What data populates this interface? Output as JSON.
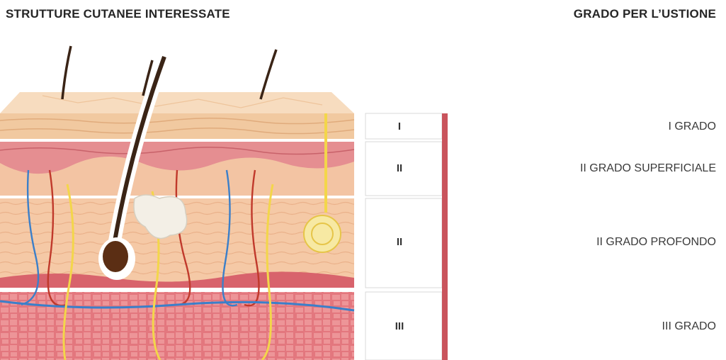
{
  "headers": {
    "left": "STRUTTURE CUTANEE INTERESSATE",
    "right": "GRADO PER L’USTIONE"
  },
  "bands": [
    {
      "label": "I",
      "grade": "I GRADO"
    },
    {
      "label": "II",
      "grade": "II GRADO SUPERFICIALE"
    },
    {
      "label": "II",
      "grade": "II GRADO PROFONDO"
    },
    {
      "label": "III",
      "grade": "III GRADO"
    }
  ],
  "colors": {
    "epidermis_top": "#f6dcc0",
    "epidermis": "#f1c9a0",
    "papillary_dermis": "#e48a8e",
    "reticular_dermis": "#f4c6a4",
    "hypodermis": "#e8777f",
    "vein": "#3b7fc9",
    "artery": "#c0392b",
    "nerve": "#f3d64a",
    "hair": "#3a2416",
    "accent_bar": "#c9545c"
  }
}
